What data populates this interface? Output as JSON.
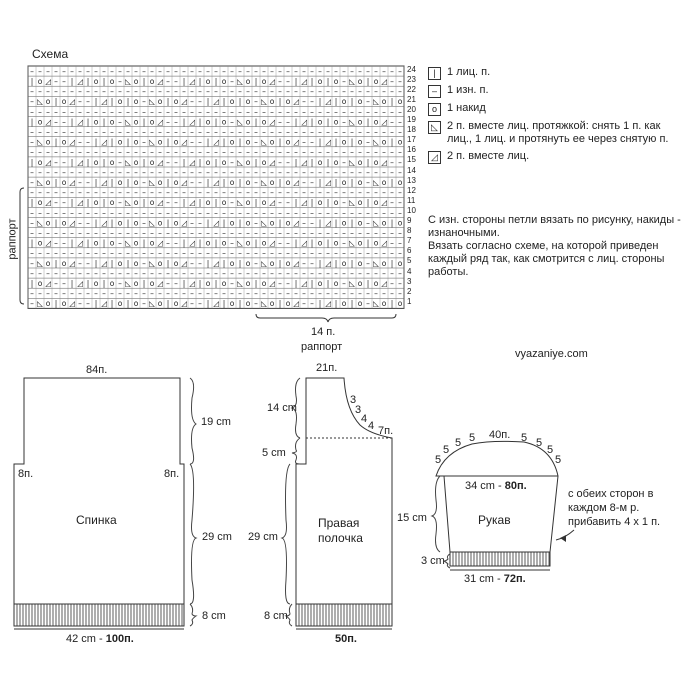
{
  "chart": {
    "title": "Схема",
    "repeat_label": "раппорт",
    "repeat_bottom_count": "14 п.",
    "repeat_bottom_label": "раппорт",
    "row_numbers": [
      "24",
      "23",
      "22",
      "21",
      "20",
      "19",
      "18",
      "17",
      "16",
      "15",
      "14",
      "13",
      "12",
      "11",
      "10",
      "9",
      "8",
      "7",
      "6",
      "5",
      "4",
      "3",
      "2",
      "1"
    ]
  },
  "legend": {
    "items": [
      {
        "icon": "knit-stitch-icon",
        "symbol": "|",
        "text": "1 лиц. п."
      },
      {
        "icon": "purl-stitch-icon",
        "symbol": "–",
        "text": "1 изн. п."
      },
      {
        "icon": "yarn-over-icon",
        "symbol": "o",
        "text": "1 накид"
      },
      {
        "icon": "ssk-decrease-icon",
        "symbol": "◺",
        "text": "2 п. вместе лиц. протяжкой: снять 1 п. как лиц., 1 лиц. и протянуть ее через снятую п."
      },
      {
        "icon": "k2tog-decrease-icon",
        "symbol": "◿",
        "text": "2 п. вместе лиц."
      }
    ]
  },
  "notes": {
    "line1": "С изн. стороны петли вязать по рисунку, накиды - изнаночными.",
    "line2": "Вязать согласно схеме, на которой приведен каждый ряд так, как смотрится с лиц. стороны работы."
  },
  "site": "vyazaniye.com",
  "back": {
    "label": "Спинка",
    "top": "84п.",
    "left_dec": "8п.",
    "right_dec": "8п.",
    "h_armhole": "19 cm",
    "h_body": "29 cm",
    "h_rib": "8 cm",
    "bottom_cm": "42 cm - ",
    "bottom_st": "100п."
  },
  "front": {
    "label_1": "Правая",
    "label_2": "полочка",
    "top": "21п.",
    "neck_dec": [
      "3",
      "3",
      "4",
      "4",
      "7п."
    ],
    "h_top": "14 cm",
    "h_neck": "5 cm",
    "h_body": "29 cm",
    "h_rib": "8 cm",
    "bottom": "50п."
  },
  "sleeve": {
    "label": "Рукав",
    "top": "40п.",
    "cap_dec": [
      "5",
      "5",
      "5",
      "5",
      "5",
      "5",
      "5",
      "5"
    ],
    "width_cm": "34 cm - ",
    "width_st": "80п.",
    "h_body": "15 cm",
    "h_rib": "3 cm",
    "bottom_cm": "31 cm - ",
    "bottom_st": "72п.",
    "increase_1": "с обеих сторон в",
    "increase_2": "каждом 8-м р.",
    "increase_3": "прибавить 4 х 1 п."
  }
}
